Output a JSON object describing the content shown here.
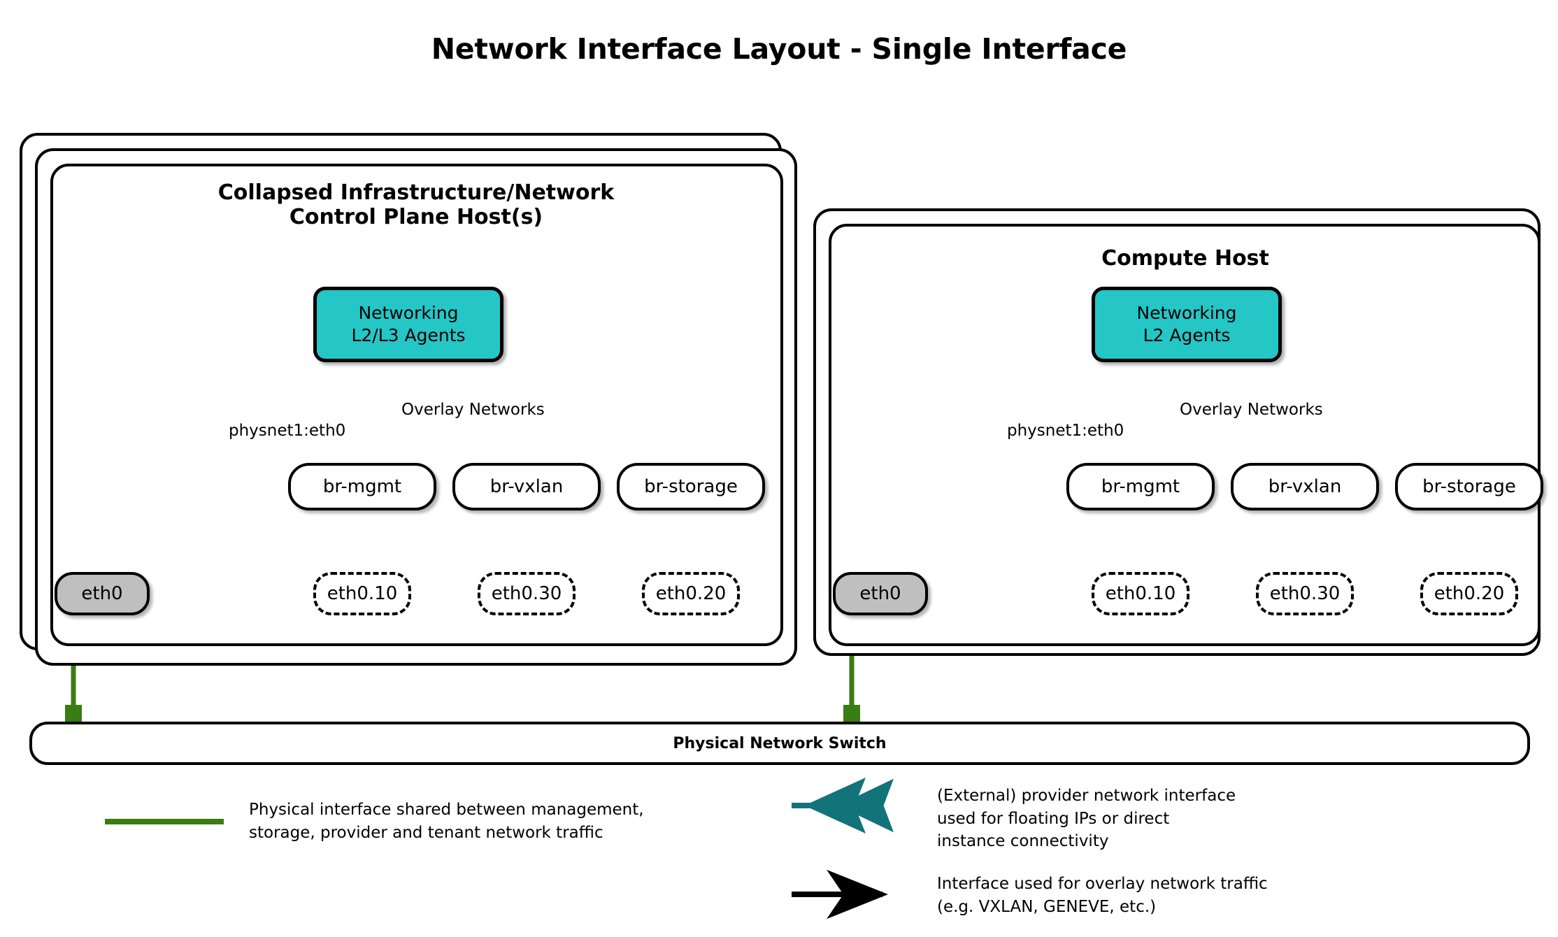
{
  "title": "Network Interface Layout - Single Interface",
  "colors": {
    "agents_fill": "#25c6c6",
    "nic_fill": "#bfbfbf",
    "provider_teal": "#13737a",
    "physical_green": "#3a7d12",
    "stroke": "#000000",
    "background": "#ffffff"
  },
  "hosts": [
    {
      "id": "control-plane",
      "title": "Collapsed Infrastructure/Network\nControl Plane Host(s)",
      "title_line1": "Collapsed Infrastructure/Network",
      "title_line2": "Control Plane Host(s)",
      "stack_layers": 3,
      "agents": {
        "line1": "Networking",
        "line2": "L2/L3 Agents"
      },
      "edge_labels": {
        "provider": "physnet1:eth0",
        "overlay": "Overlay Networks"
      },
      "nic": "eth0",
      "bridges": [
        "br-mgmt",
        "br-vxlan",
        "br-storage"
      ],
      "vlans": [
        "eth0.10",
        "eth0.30",
        "eth0.20"
      ]
    },
    {
      "id": "compute",
      "title": "Compute Host",
      "title_line1": "Compute Host",
      "title_line2": "",
      "stack_layers": 2,
      "agents": {
        "line1": "Networking",
        "line2": "L2 Agents"
      },
      "edge_labels": {
        "provider": "physnet1:eth0",
        "overlay": "Overlay Networks"
      },
      "nic": "eth0",
      "bridges": [
        "br-mgmt",
        "br-vxlan",
        "br-storage"
      ],
      "vlans": [
        "eth0.10",
        "eth0.30",
        "eth0.20"
      ]
    }
  ],
  "switch": {
    "label": "Physical Network Switch"
  },
  "legend": [
    {
      "id": "physical-interface",
      "marker": "solid-green-line",
      "text": "Physical interface shared between management,\nstorage, provider and tenant network traffic"
    },
    {
      "id": "provider-interface",
      "marker": "teal-dashed-double-arrow",
      "text": "(External) provider network interface\nused for floating IPs or direct\ninstance connectivity"
    },
    {
      "id": "overlay-interface",
      "marker": "black-solid-arrow",
      "text": "Interface used for overlay network traffic\n(e.g. VXLAN, GENEVE, etc.)"
    }
  ]
}
